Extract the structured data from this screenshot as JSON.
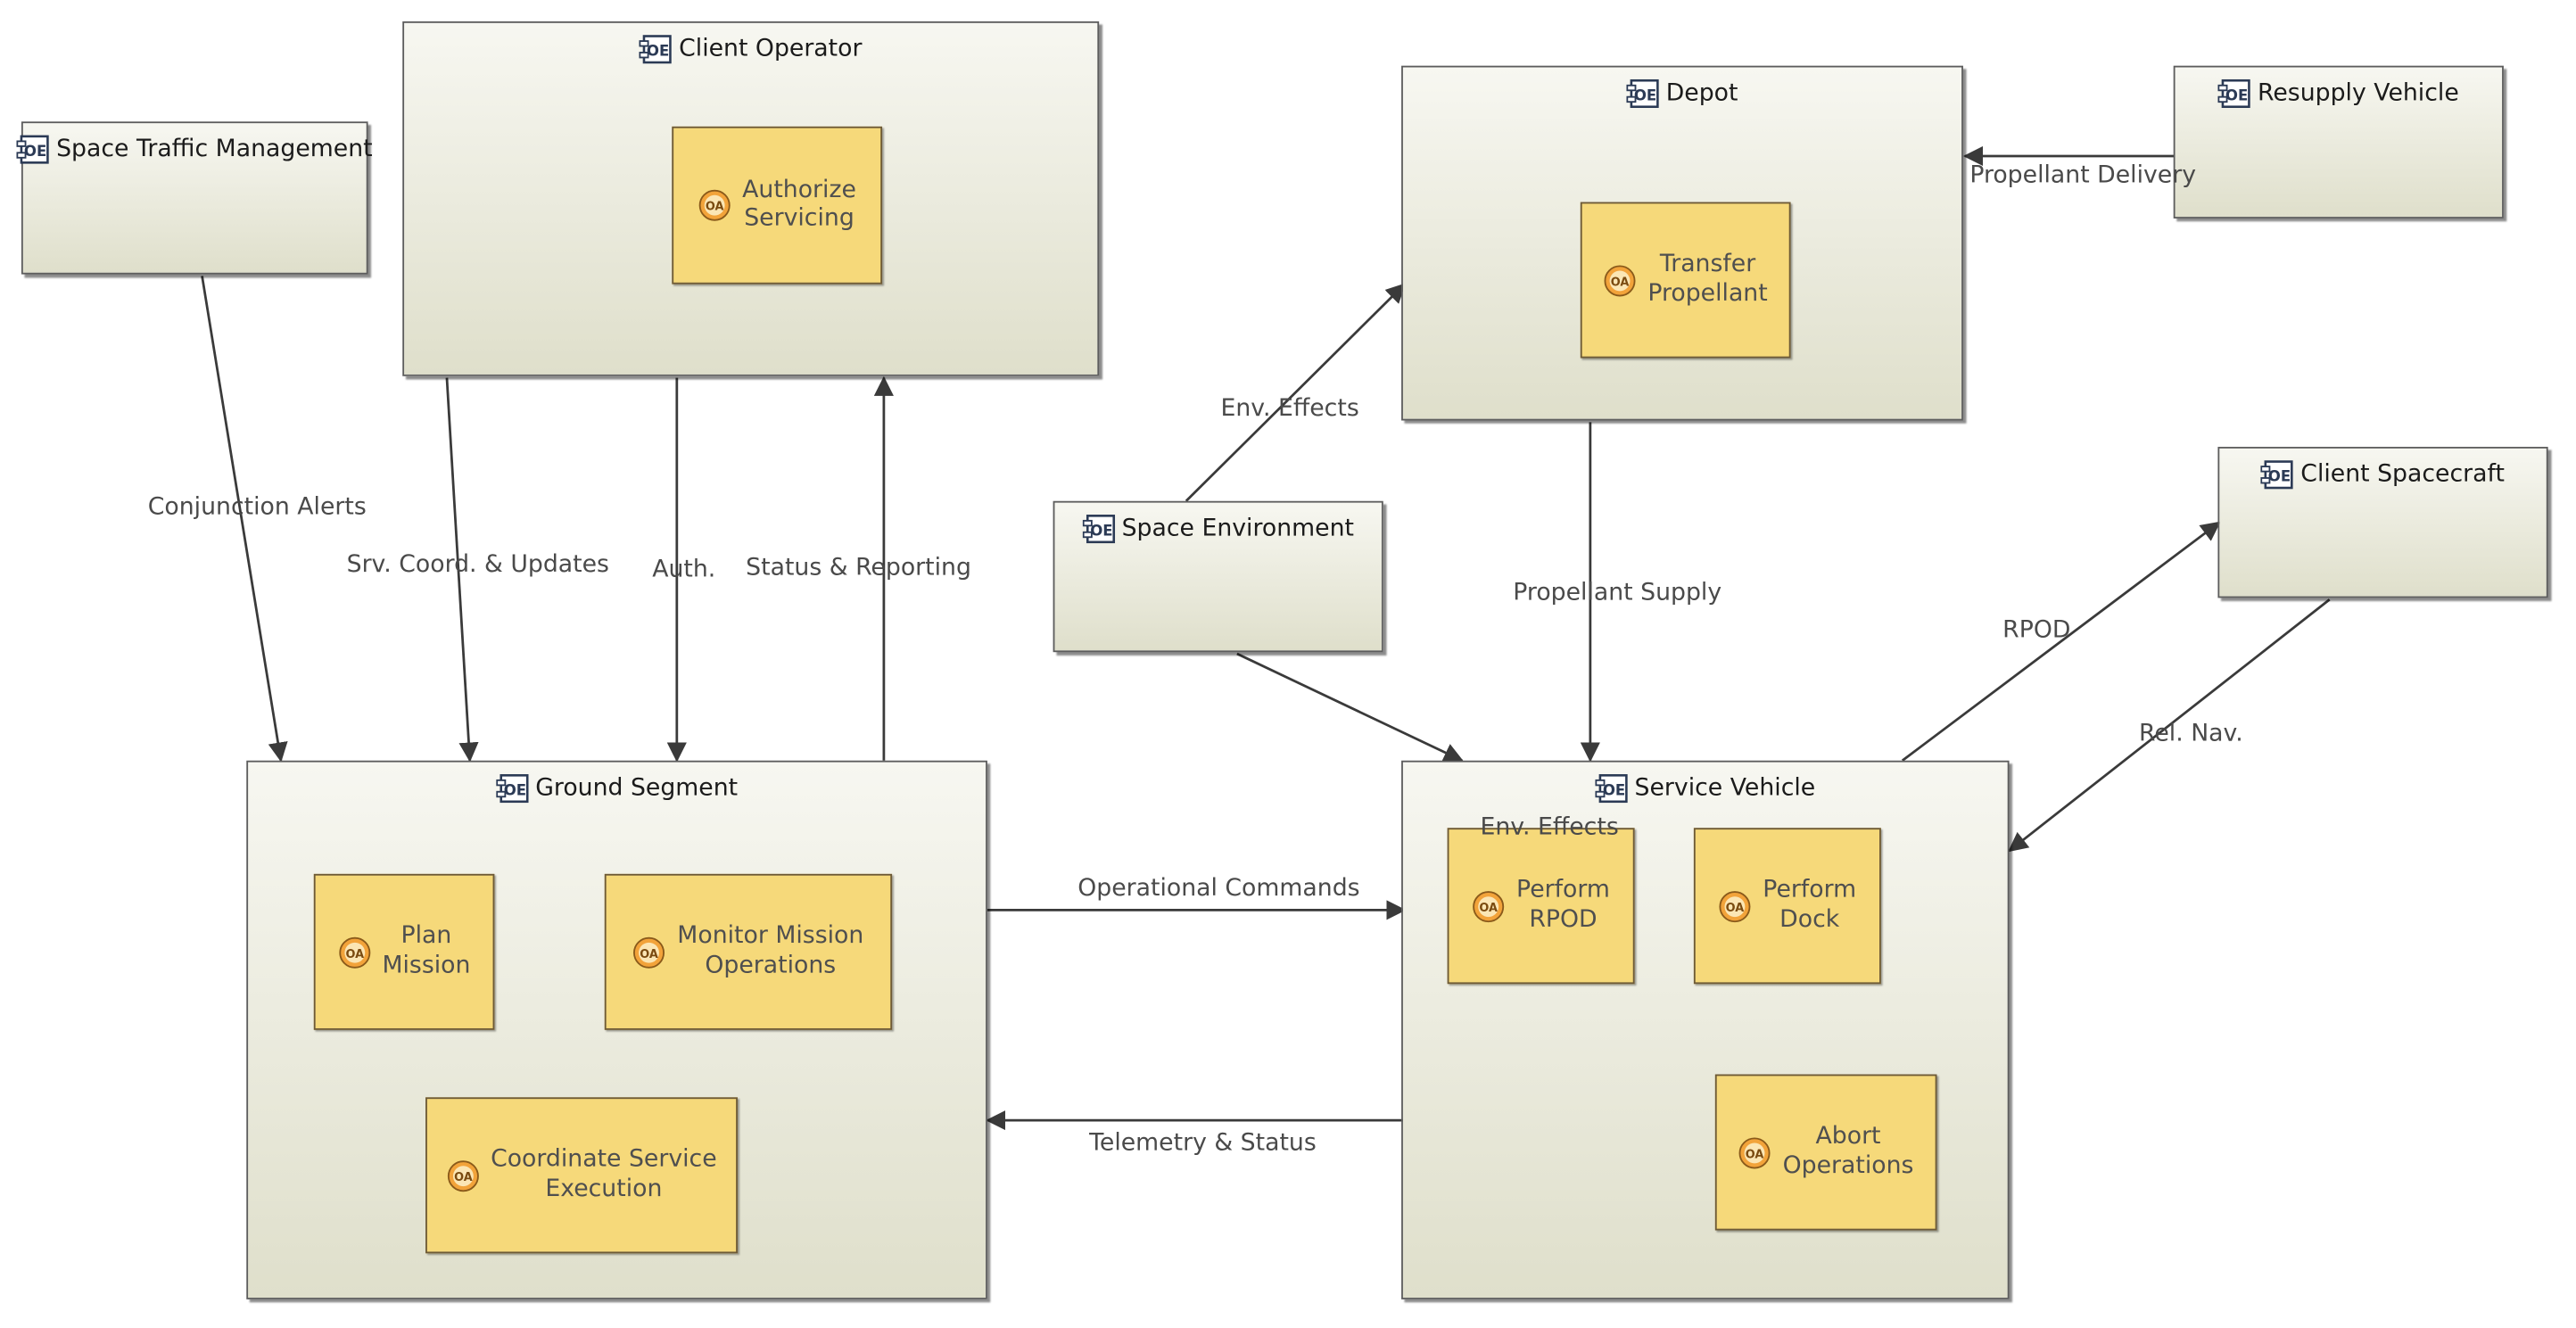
{
  "entities": {
    "client_operator": "Client Operator",
    "space_traffic_management": "Space Traffic Management",
    "depot": "Depot",
    "resupply_vehicle": "Resupply Vehicle",
    "space_environment": "Space Environment",
    "client_spacecraft": "Client Spacecraft",
    "ground_segment": "Ground Segment",
    "service_vehicle": "Service Vehicle"
  },
  "functions": {
    "authorize_servicing": "Authorize\nServicing",
    "transfer_propellant": "Transfer\nPropellant",
    "plan_mission": "Plan\nMission",
    "monitor_mission_operations": "Monitor Mission\nOperations",
    "coordinate_service_execution": "Coordinate Service\nExecution",
    "perform_rpod": "Perform\nRPOD",
    "perform_dock": "Perform\nDock",
    "abort_operations": "Abort\nOperations"
  },
  "exchanges": {
    "conjunction_alerts": "Conjunction Alerts",
    "srv_coord_updates": "Srv. Coord. & Updates",
    "auth": "Auth.",
    "status_reporting": "Status & Reporting",
    "env_effects_depot": "Env. Effects",
    "propellant_delivery": "Propellant Delivery",
    "propellant_supply": "Propellant Supply",
    "rpod": "RPOD",
    "rel_nav": "Rel. Nav.",
    "env_effects_sv": "Env. Effects",
    "operational_commands": "Operational Commands",
    "telemetry_status": "Telemetry & Status"
  },
  "icons": {
    "entity": "operational-entity-icon",
    "activity": "operational-activity-icon"
  },
  "colors": {
    "entity_top": "#f7f7f1",
    "entity_bottom": "#dfdfcb",
    "activity_fill": "#f6d97a",
    "line": "#3a3a3a"
  }
}
